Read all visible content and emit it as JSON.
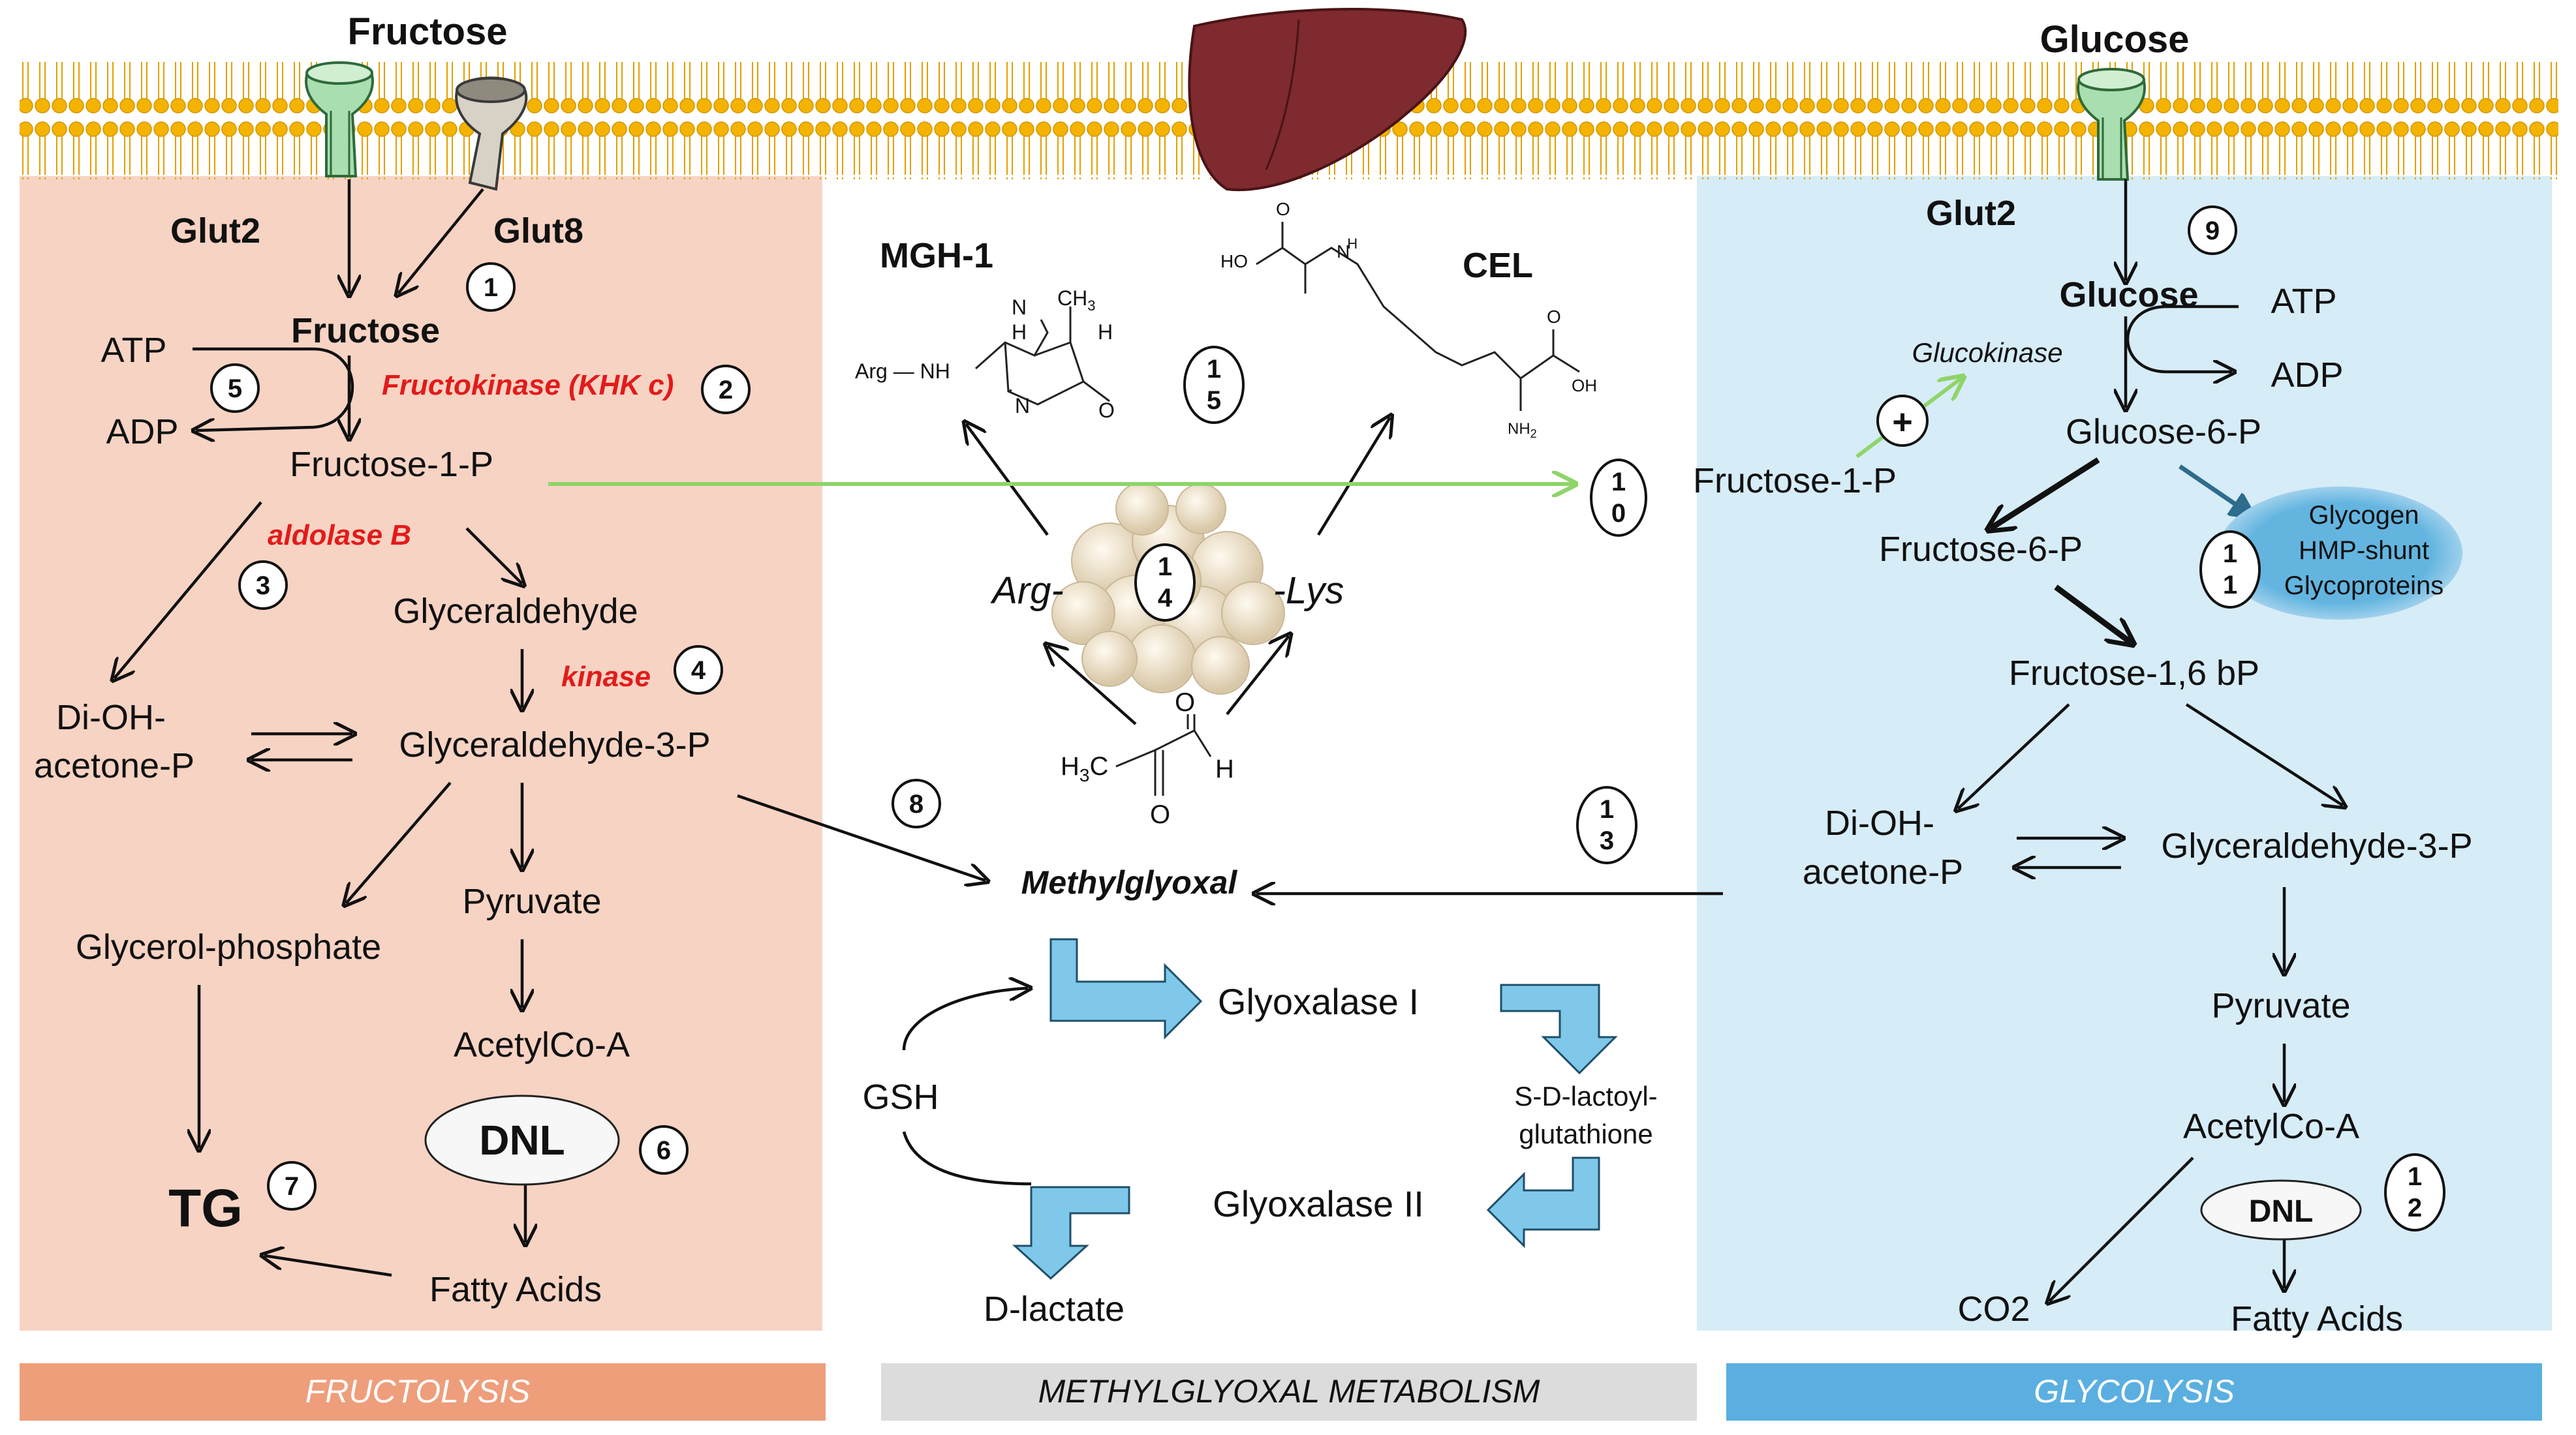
{
  "colors": {
    "fructolysis_bg": "#f7d3c3",
    "glycolysis_bg": "#d6ecf7",
    "fructolysis_bar": "#ee9e7b",
    "methylglyoxal_bar": "#dcdcdc",
    "glycolysis_bar": "#5aafe0",
    "membrane": "#f3b300",
    "enzyme_red": "#e21b1b",
    "green_arrow": "#8fd46a",
    "blue_arrow": "#2d6c8c",
    "block_arrow": "#7fc8ea",
    "glycogen_blob": "#63b5e0",
    "liver": "#7e2a2e"
  },
  "icons": [
    "liver-icon",
    "glut2-transporter-icon",
    "glut8-transporter-icon",
    "protein-aggregate-icon"
  ],
  "top": {
    "fructose_label": "Fructose",
    "glucose_label": "Glucose"
  },
  "fructolysis": {
    "glut2": "Glut2",
    "glut8": "Glut8",
    "fructose": "Fructose",
    "atp": "ATP",
    "adp": "ADP",
    "fructokinase": "Fructokinase (KHK c)",
    "fructose_1_p": "Fructose-1-P",
    "aldolase_b": "aldolase B",
    "glyceraldehyde": "Glyceraldehyde",
    "kinase": "kinase",
    "dihydroxy_line1": "Di-OH-",
    "dihydroxy_line2": "acetone-P",
    "glyceraldehyde_3_p": "Glyceraldehyde-3-P",
    "pyruvate": "Pyruvate",
    "glycerol_phosphate": "Glycerol-phosphate",
    "acetylcoa": "AcetylCo-A",
    "dnl": "DNL",
    "tg": "TG",
    "fatty_acids": "Fatty Acids"
  },
  "methylglyoxal": {
    "mgh1": "MGH-1",
    "cel": "CEL",
    "arg_nh": "Arg — NH",
    "n1": "N",
    "h1": "H",
    "ch3": "CH",
    "ch3_sub": "3",
    "h2": "H",
    "o1": "O",
    "n2": "N",
    "ho_top": "HO",
    "nh_top": "N",
    "nh_top_h": "H",
    "o_cel1": "O",
    "o_cel2": "O",
    "oh_cel": "OH",
    "nh2_cel": "NH",
    "nh2_sub": "2",
    "arg": "Arg-",
    "lys": "-Lys",
    "h3c": "H",
    "h3c_sub": "3",
    "h3c_c": "C",
    "o_mg1": "O",
    "o_mg2": "O",
    "h_mg": "H",
    "methylglyoxal": "Methylglyoxal",
    "glyoxalase_1": "Glyoxalase I",
    "glyoxalase_2": "Glyoxalase  II",
    "gsh": "GSH",
    "lactoyl_line1": "S-D-lactoyl-",
    "lactoyl_line2": "glutathione",
    "d_lactate": "D-lactate"
  },
  "glycolysis": {
    "glut2": "Glut2",
    "glucose": "Glucose",
    "atp": "ATP",
    "adp": "ADP",
    "glucokinase": "Glucokinase",
    "plus": "+",
    "glucose_6_p": "Glucose-6-P",
    "fructose_1_p": "Fructose-1-P",
    "fructose_6_p": "Fructose-6-P",
    "glycogen": "Glycogen",
    "hmp_shunt": "HMP-shunt",
    "glycoproteins": "Glycoproteins",
    "fructose_16_bp": "Fructose-1,6 bP",
    "dihydroxy_line1": "Di-OH-",
    "dihydroxy_line2": "acetone-P",
    "glyceraldehyde_3_p": "Glyceraldehyde-3-P",
    "pyruvate": "Pyruvate",
    "acetylcoa": "AcetylCo-A",
    "dnl": "DNL",
    "co2": "CO2",
    "fatty_acids": "Fatty Acids"
  },
  "steps": {
    "s1": "1",
    "s2": "2",
    "s3": "3",
    "s4": "4",
    "s5": "5",
    "s6": "6",
    "s7": "7",
    "s8": "8",
    "s9": "9",
    "s10a": "1",
    "s10b": "0",
    "s11a": "1",
    "s11b": "1",
    "s12a": "1",
    "s12b": "2",
    "s13a": "1",
    "s13b": "3",
    "s14a": "1",
    "s14b": "4",
    "s15a": "1",
    "s15b": "5"
  },
  "bottom_bars": {
    "fructolysis": "FRUCTOLYSIS",
    "methylglyoxal": "METHYLGLYOXAL METABOLISM",
    "glycolysis": "GLYCOLYSIS"
  }
}
